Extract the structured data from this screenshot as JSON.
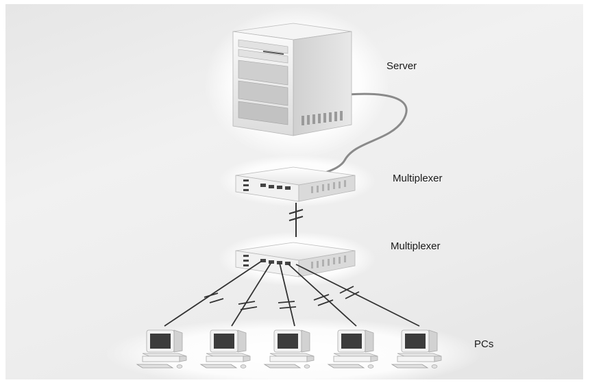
{
  "labels": {
    "server": "Server",
    "multiplexer_top": "Multiplexer",
    "multiplexer_bottom": "Multiplexer",
    "pcs": "PCs"
  },
  "nodes": {
    "server_icon": "server-icon",
    "multiplexer_icon": "multiplexer-icon",
    "pc_icon": "desktop-pc-icon"
  },
  "pc_count": 5,
  "colors": {
    "background": "#ececec",
    "cable": "#555555",
    "device_light": "#f7f7f7",
    "device_shade": "#cfcfcf"
  }
}
